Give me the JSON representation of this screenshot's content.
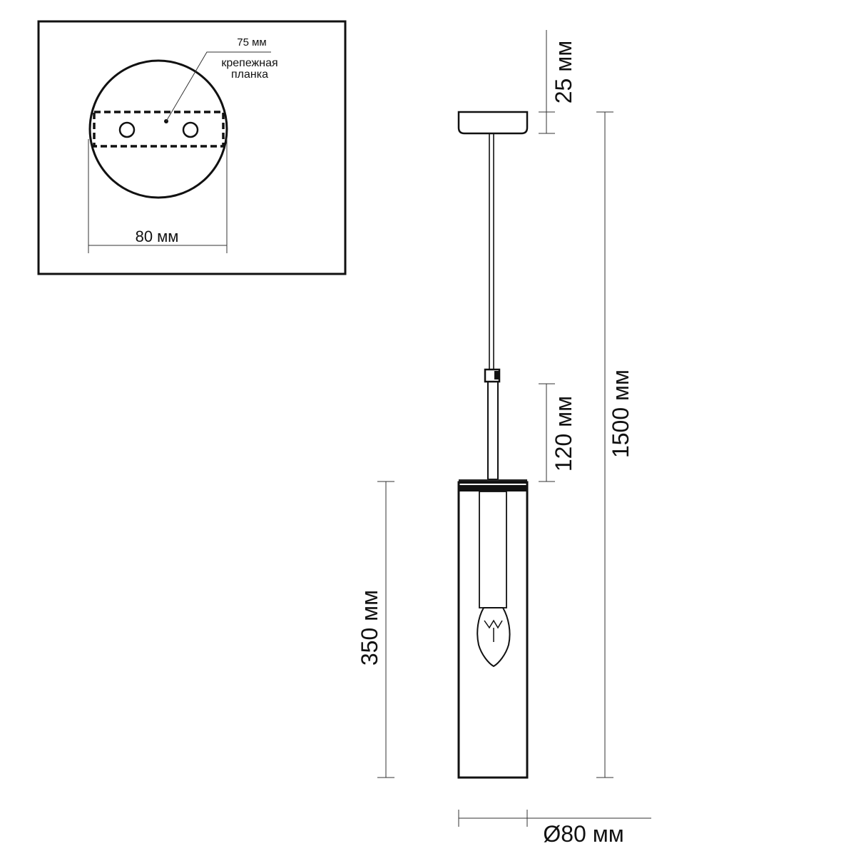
{
  "inset": {
    "bracket_width_label": "75 мм",
    "bracket_name_line1": "крепежная",
    "bracket_name_line2": "планка",
    "canopy_diameter_label": "80 мм"
  },
  "dimensions": {
    "canopy_height": "25 мм",
    "total_length": "1500 мм",
    "rod_length": "120 мм",
    "shade_height": "350 мм",
    "shade_diameter": "Ø80 мм"
  },
  "colors": {
    "line": "#111111",
    "background": "#ffffff"
  }
}
